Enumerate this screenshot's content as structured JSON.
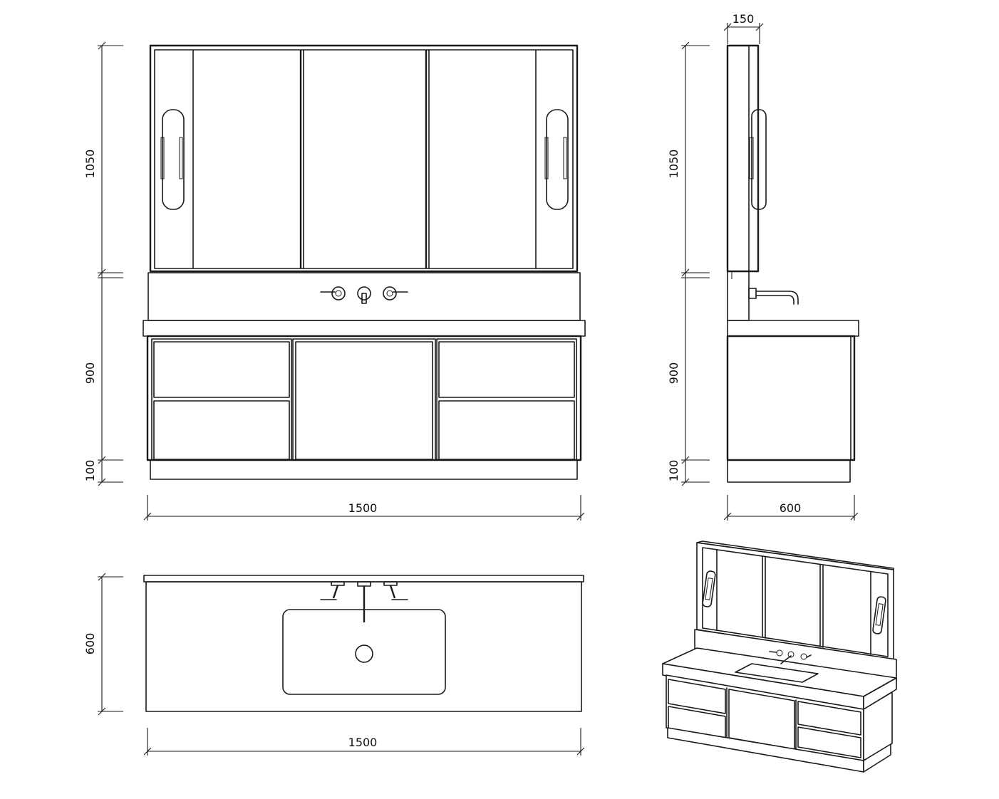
{
  "front_view": {
    "height_mirror": "1050",
    "height_cabinet": "900",
    "height_plinth": "100",
    "width": "1500"
  },
  "side_view": {
    "depth_mirror": "150",
    "height_mirror": "1050",
    "height_cabinet": "900",
    "height_plinth": "100",
    "depth_cabinet": "600"
  },
  "top_view": {
    "depth": "600",
    "width": "1500"
  },
  "colors": {
    "line": "#1a1a1a",
    "background": "#ffffff"
  }
}
